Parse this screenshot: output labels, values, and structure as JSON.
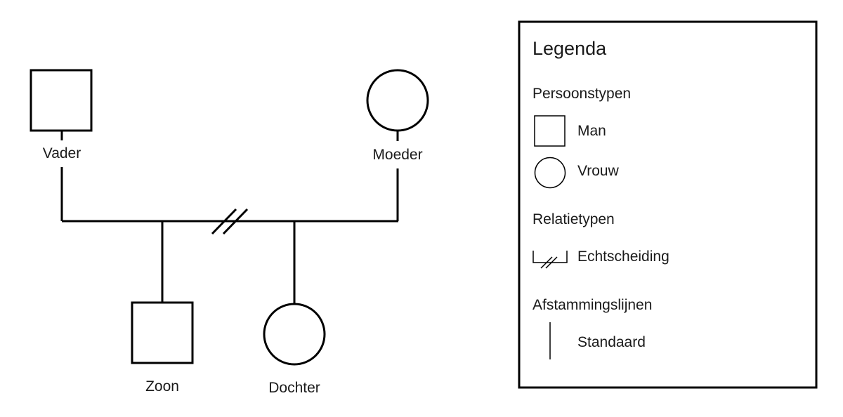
{
  "genogram": {
    "persons": {
      "father": {
        "label": "Vader",
        "type": "man"
      },
      "mother": {
        "label": "Moeder",
        "type": "vrouw"
      },
      "son": {
        "label": "Zoon",
        "type": "man"
      },
      "daughter": {
        "label": "Dochter",
        "type": "vrouw"
      }
    },
    "relation": "Echtscheiding"
  },
  "legend": {
    "title": "Legenda",
    "person_types_heading": "Persoonstypen",
    "man_label": "Man",
    "woman_label": "Vrouw",
    "relation_types_heading": "Relatietypen",
    "divorce_label": "Echtscheiding",
    "descent_heading": "Afstammingslijnen",
    "standard_label": "Standaard"
  },
  "colors": {
    "stroke": "#000000",
    "background": "#ffffff"
  }
}
